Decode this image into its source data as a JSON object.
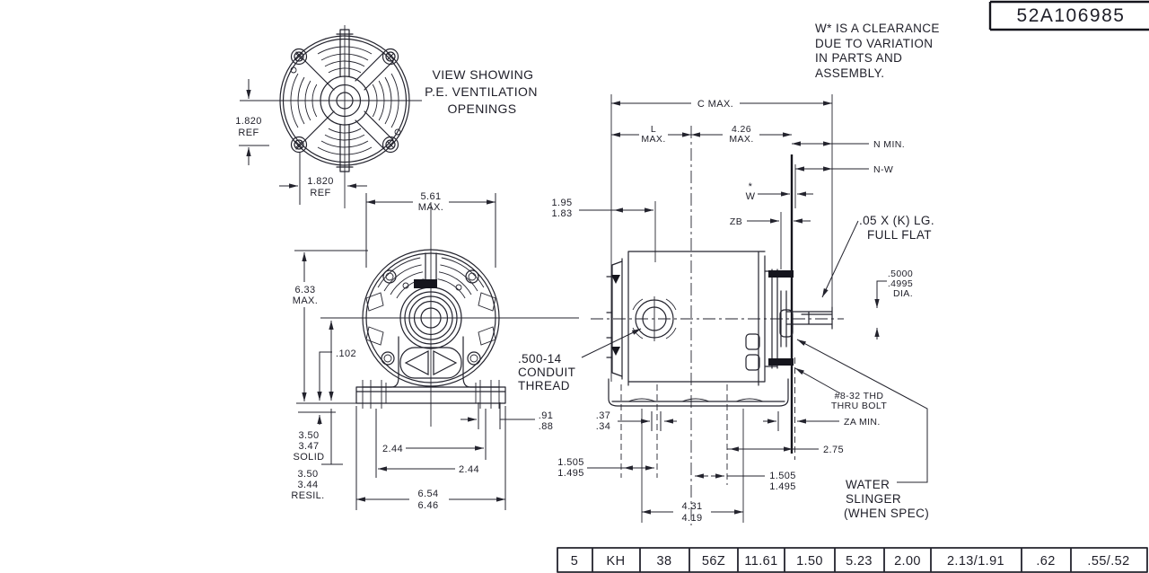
{
  "title_block": {
    "drawing_number": "52A106985"
  },
  "note": {
    "lines": [
      "W* IS A CLEARANCE",
      "DUE TO VARIATION",
      "IN PARTS AND",
      "ASSEMBLY."
    ]
  },
  "pe_view": {
    "caption": [
      "VIEW SHOWING",
      "P.E. VENTILATION",
      "OPENINGS"
    ],
    "dim_vertical": [
      "1.820",
      "REF"
    ],
    "dim_horizontal": [
      "1.820",
      "REF"
    ]
  },
  "front_view": {
    "width": [
      "5.61",
      "MAX."
    ],
    "height": [
      "6.33",
      "MAX."
    ],
    "base_offset": ".102",
    "solid": [
      "3.50",
      "3.47",
      "SOLID"
    ],
    "resil": [
      "3.50",
      "3.44",
      "RESIL."
    ],
    "bolt_right": "2.44",
    "bolt_left": "2.44",
    "base_width": [
      "6.54",
      "6.46"
    ],
    "foot": [
      ".91",
      ".88"
    ]
  },
  "side_view": {
    "c_max": "C MAX.",
    "l_max": [
      "L",
      "MAX."
    ],
    "dim_426": [
      "4.26",
      "MAX."
    ],
    "n_min": "N MIN.",
    "n_w": "N-W",
    "w_star": [
      "*",
      "W"
    ],
    "zb": "ZB",
    "dim_195": [
      "1.95",
      "1.83"
    ],
    "conduit": [
      ".500-14",
      "CONDUIT",
      "THREAD"
    ],
    "flat": [
      ".05 X (K) LG.",
      "FULL FLAT"
    ],
    "shaft_dia": [
      ".5000",
      ".4995",
      "DIA."
    ],
    "thru_bolt": [
      "#8-32 THD",
      "THRU BOLT"
    ],
    "za_min": "ZA MIN.",
    "dim_275": "2.75",
    "dim_1505_left": [
      "1.505",
      "1.495"
    ],
    "dim_1505_right": [
      "1.505",
      "1.495"
    ],
    "dim_431": [
      "4.31",
      "4.19"
    ],
    "slinger": [
      "WATER",
      "SLINGER",
      "(WHEN SPEC)"
    ],
    "dim_37": [
      ".37",
      ".34"
    ]
  },
  "spec_table": {
    "cells": [
      "5",
      "KH",
      "38",
      "56Z",
      "11.61",
      "1.50",
      "5.23",
      "2.00",
      "2.13/1.91",
      ".62",
      ".55/.52"
    ]
  }
}
